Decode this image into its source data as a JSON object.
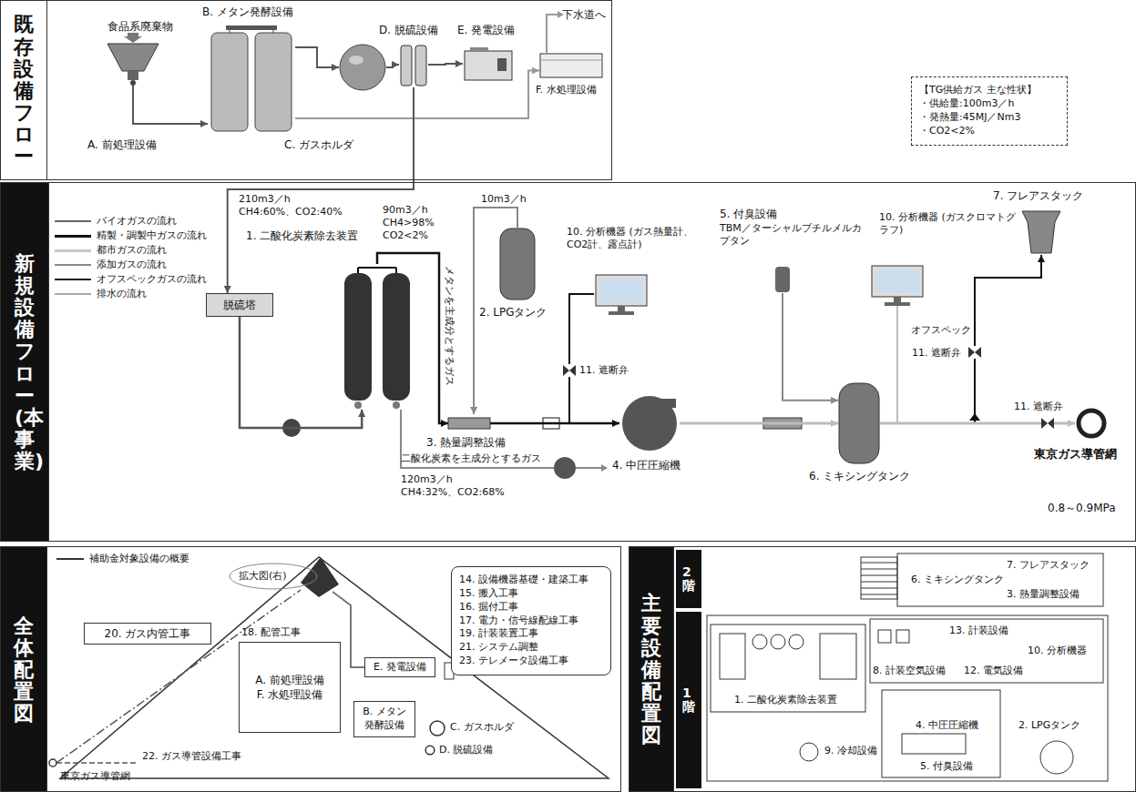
{
  "diagram": {
    "nodes": [
      {
        "text": [
          "既存設備フロー"
        ]
      },
      {
        "text": [
          "A. 前処理設備"
        ],
        "in": 0
      },
      {
        "text": [
          "B. メタン発酵設備"
        ],
        "in": 0
      },
      {
        "text": [
          "C. ガスホルダ"
        ],
        "in": 0
      },
      {
        "text": [
          "D. 脱硫設備"
        ],
        "in": 0
      },
      {
        "text": [
          "E. 発電設備"
        ],
        "in": 0
      },
      {
        "text": [
          "F. 水処理設備"
        ],
        "in": 0
      },
      {
        "text": [
          "【TG供給ガス 主な性状】",
          "・供給量:100m3／h",
          "・発熱量:45MJ／Nm3",
          "・CO2<2%"
        ]
      },
      {
        "text": [
          "新規設備フロー(本事業)"
        ]
      },
      {
        "text": [
          "脱硫塔"
        ],
        "in": 8
      },
      {
        "text": [
          "1. 二酸化炭素除去装置"
        ],
        "in": 8
      },
      {
        "text": [
          "2. LPGタンク"
        ],
        "in": 8
      },
      {
        "text": [
          "3. 熱量調整設備"
        ],
        "in": 8
      },
      {
        "text": [
          "4. 中圧圧縮機"
        ],
        "in": 8
      },
      {
        "text": [
          "5. 付臭設備",
          "TBM／ターシャルブチルメルカプタン"
        ],
        "in": 8
      },
      {
        "text": [
          "6. ミキシングタンク"
        ],
        "in": 8
      },
      {
        "text": [
          "7. フレアスタック"
        ],
        "in": 8
      },
      {
        "text": [
          "10. 分析機器 (ガス熱量計、CO2計、露点計)"
        ],
        "in": 8
      },
      {
        "text": [
          "10. 分析機器 (ガスクロマトグラフ)"
        ],
        "in": 8
      },
      {
        "text": [
          "東京ガス導管網",
          "0.8～0.9MPa"
        ],
        "in": 8
      },
      {
        "text": [
          "11. 遮断弁"
        ],
        "in": 8
      },
      {
        "text": [
          "11. 遮断弁"
        ],
        "in": 8
      },
      {
        "text": [
          "11. 遮断弁"
        ],
        "in": 8
      },
      {
        "text": [
          "全体配置図"
        ]
      },
      {
        "text": [
          "20. ガス内管工事"
        ],
        "in": 23
      },
      {
        "text": [
          "A. 前処理設備",
          "F. 水処理設備"
        ],
        "in": 23
      },
      {
        "text": [
          "E. 発電設備"
        ],
        "in": 23
      },
      {
        "text": [
          "B. メタン 発酵設備"
        ],
        "in": 23
      },
      {
        "text": [
          "C. ガスホルダ"
        ],
        "in": 23
      },
      {
        "text": [
          "D. 脱硫設備"
        ],
        "in": 23
      },
      {
        "text": [
          "14. 設備機器基礎・建築工事",
          "15. 搬入工事",
          "16. 掘付工事",
          "17. 電力・信号線配線工事",
          "19. 計装装置工事",
          "21. システム調整",
          "23. テレメータ設備工事"
        ],
        "in": 23
      },
      {
        "text": [
          "主要設備配置図"
        ]
      },
      {
        "text": [
          "2階"
        ],
        "in": 31
      },
      {
        "text": [
          "1階"
        ],
        "in": 31
      }
    ],
    "edges": [
      {
        "from": 1,
        "to": 2,
        "arrow": "to"
      },
      {
        "from": 2,
        "to": 3,
        "arrow": "to"
      },
      {
        "from": 3,
        "to": 4,
        "arrow": "to"
      },
      {
        "from": 4,
        "to": 5,
        "arrow": "to"
      },
      {
        "from": 2,
        "to": 6,
        "arrow": "to"
      },
      {
        "from": 4,
        "to": 9,
        "arrow": "to"
      },
      {
        "from": 9,
        "to": 10,
        "arrow": "to"
      },
      {
        "from": 10,
        "to": 12,
        "arrow": "to"
      },
      {
        "from": 11,
        "to": 12,
        "arrow": "to"
      },
      {
        "from": 12,
        "to": 13,
        "arrow": "to"
      },
      {
        "from": 20,
        "to": 17,
        "arrow": "none"
      },
      {
        "from": 13,
        "to": 15,
        "arrow": "to"
      },
      {
        "from": 14,
        "to": 15,
        "arrow": "to"
      },
      {
        "from": 21,
        "to": 16,
        "arrow": "to"
      },
      {
        "from": 15,
        "to": 22,
        "arrow": "none"
      },
      {
        "from": 22,
        "to": 19,
        "arrow": "to"
      }
    ],
    "labels": [
      "食品系廃棄物",
      "下水道へ",
      "210m3／h",
      "CH4:60%、CO2:40%",
      "90m3／h",
      "CH4>98%",
      "CO2<2%",
      "10m3／h",
      "メタンを主成分とするガス",
      "二酸化炭素を主成分とするガス",
      "120m3／h",
      "CH4:32%、CO2:68%",
      "オフスペック",
      "拡大図(右)",
      "18. 配管工事",
      "東京ガス導管網",
      "22. ガス導管設備工事",
      "6. ミキシングタンク",
      "7. フレアスタック",
      "3. 熱量調整設備",
      "1. 二酸化炭素除去装置",
      "8. 計装空気設備",
      "13. 計装設備",
      "10. 分析機器",
      "12. 電気設備",
      "4. 中圧圧縮機",
      "2. LPGタンク",
      "9. 冷却設備",
      "5. 付臭設備"
    ],
    "legend": [
      {
        "text": "バイオガスの流れ"
      },
      {
        "text": "精製・調製中ガスの流れ"
      },
      {
        "text": "都市ガスの流れ"
      },
      {
        "text": "添加ガスの流れ"
      },
      {
        "text": "オフスペックガスの流れ"
      },
      {
        "text": "排水の流れ"
      },
      {
        "text": "補助金対象設備の概要"
      }
    ]
  }
}
